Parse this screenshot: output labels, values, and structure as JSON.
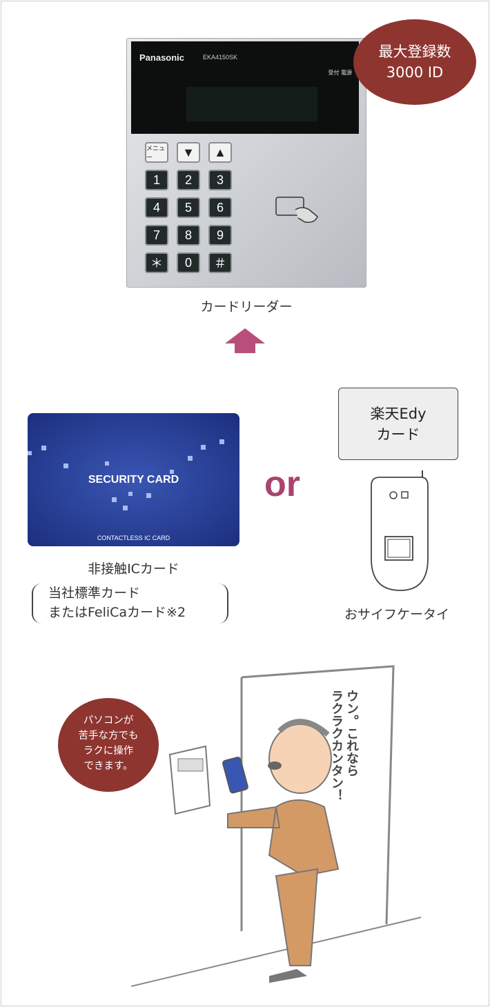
{
  "reader": {
    "brand": "Panasonic",
    "model": "EKA4150SK",
    "led_labels": "受付 電源",
    "keys": [
      "メニュー",
      "▼",
      "▲",
      "1",
      "2",
      "3",
      "4",
      "5",
      "6",
      "7",
      "8",
      "9",
      "＊",
      "0",
      "＃"
    ],
    "caption": "カードリーダー"
  },
  "bubble_top": {
    "line1": "最大登録数",
    "line2": "3000 ID"
  },
  "card": {
    "title": "SECURITY CARD",
    "subtitle": "CONTACTLESS IC CARD",
    "caption": "非接触ICカード",
    "note_line1": "当社標準カード",
    "note_line2": "またはFeliCaカード※2"
  },
  "or_label": "or",
  "edy": {
    "line1": "楽天Edy",
    "line2": "カード"
  },
  "phone": {
    "caption": "おサイフケータイ"
  },
  "bubble_bottom": {
    "line1": "パソコンが",
    "line2": "苦手な方でも",
    "line3": "ラクに操作",
    "line4": "できます。"
  },
  "speech": {
    "line1": "ウン。これなら",
    "line2": "ラクラクカンタン！"
  },
  "colors": {
    "bubble": "#8e3530",
    "accent": "#a8446e",
    "arrow": "#b84f7a",
    "skin": "#f7d3b5",
    "suit": "#d49a66"
  }
}
